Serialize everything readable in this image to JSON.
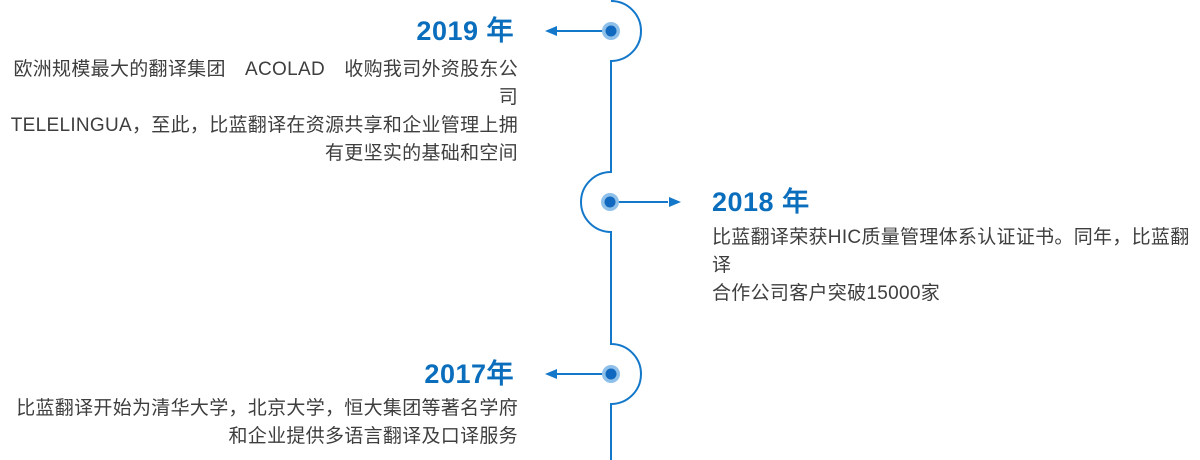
{
  "theme": {
    "year_color": "#0a6ebd",
    "line_color": "#1478ca",
    "dot_inner_color": "#1168bf",
    "dot_halo_color": "#8fc0e9",
    "body_text_color": "#3e3e3e",
    "background": "#ffffff"
  },
  "timeline": {
    "items": [
      {
        "year": "2019 年",
        "side": "left",
        "lines": [
          "欧洲规模最大的翻译集团　ACOLAD　收购我司外资股东公司",
          "TELELINGUA，至此，比蓝翻译在资源共享和企业管理上拥",
          "有更坚实的基础和空间"
        ]
      },
      {
        "year": "2018 年",
        "side": "right",
        "lines": [
          "比蓝翻译荣获HIC质量管理体系认证证书。同年，比蓝翻译",
          "合作公司客户突破15000家"
        ]
      },
      {
        "year": "2017年",
        "side": "left",
        "lines": [
          "比蓝翻译开始为清华大学，北京大学，恒大集团等著名学府",
          "和企业提供多语言翻译及口译服务"
        ]
      }
    ]
  }
}
